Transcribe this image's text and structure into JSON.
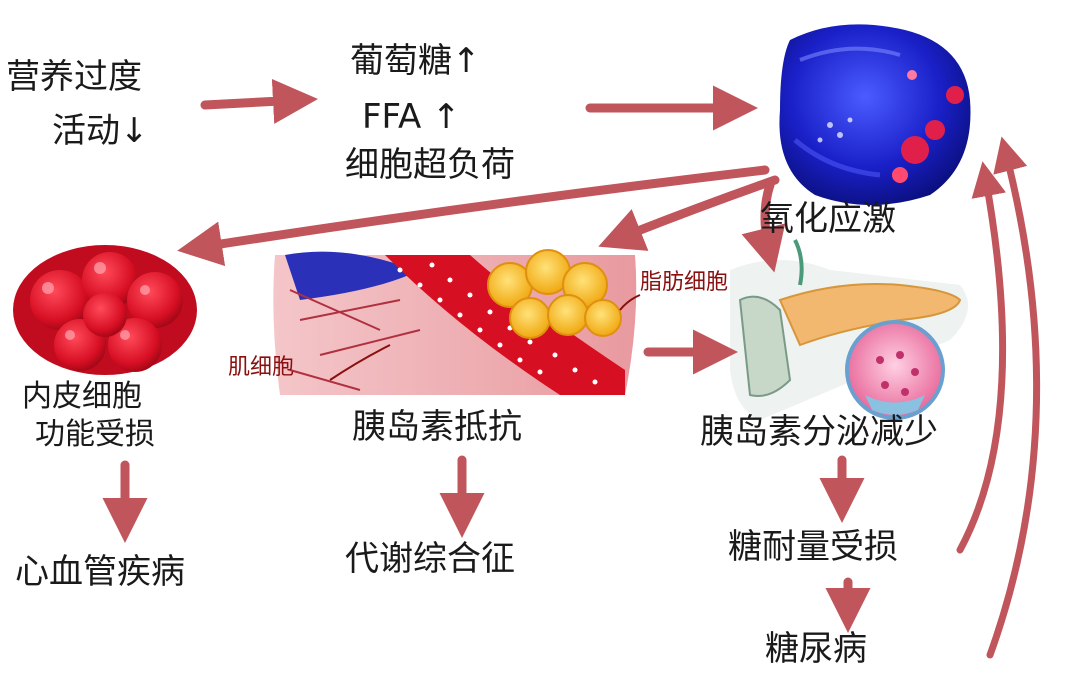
{
  "nodes": {
    "overnutrition": "营养过度",
    "less_activity": "活动↓",
    "glucose": "葡萄糖↑",
    "ffa": "FFA ↑",
    "cell_overload": "细胞超负荷",
    "oxidative_stress": "氧化应激",
    "endothelial": "内皮细胞",
    "endothelial_2": "功能受损",
    "insulin_resistance": "胰岛素抵抗",
    "insulin_secretion": "胰岛素分泌减少",
    "muscle_cell": "肌细胞",
    "fat_cell": "脂肪细胞",
    "cardiovascular": "心血管疾病",
    "metabolic_syndrome": "代谢综合征",
    "glucose_tolerance": "糖耐量受损",
    "diabetes": "糖尿病"
  },
  "colors": {
    "arrow": "#c0555c",
    "text": "#1a1a1a",
    "small_label": "#8a1010",
    "cell_blue": "#2a2fd8",
    "cell_red": "#d9122a",
    "fat_yellow": "#f5b820"
  }
}
